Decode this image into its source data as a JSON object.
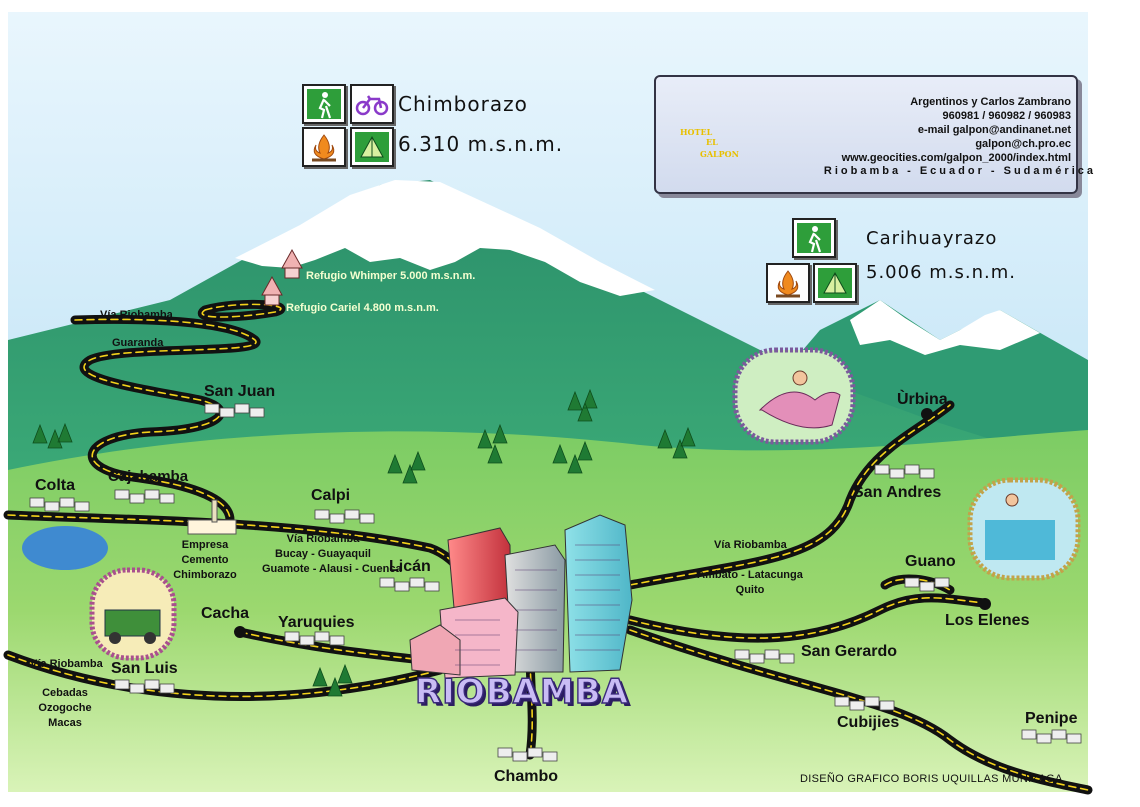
{
  "peaks": {
    "chimborazo": {
      "name": "Chimborazo",
      "altitude": "6.310 m.s.n.m.",
      "icons": [
        "hiker-icon",
        "bicycle-icon",
        "campfire-icon",
        "tent-icon"
      ]
    },
    "carihuayrazo": {
      "name": "Carihuayrazo",
      "altitude": "5.006 m.s.n.m.",
      "icons": [
        "hiker-icon",
        "campfire-icon",
        "tent-icon"
      ]
    }
  },
  "hotel": {
    "logo_text": [
      "HOTEL",
      "EL",
      "GALPON"
    ],
    "owners": "Argentinos y Carlos Zambrano",
    "phones": "960981 / 960982 / 960983",
    "email": "e-mail galpon@andinanet.net",
    "email2": "galpon@ch.pro.ec",
    "web": "www.geocities.com/galpon_2000/index.html",
    "location": "Riobamba - Ecuador - Sudamérica"
  },
  "refugios": {
    "whimper": "Refugio Whimper 5.000 m.s.n.m.",
    "cariel": "Refugio Cariel 4.800 m.s.n.m."
  },
  "routes": {
    "guaranda_via": "Vía Riobamba",
    "guaranda_dest": "Guaranda",
    "cuenca_via": "Vía Riobamba",
    "cuenca_dest1": "Bucay - Guayaquil",
    "cuenca_dest2": "Guamote - Alausi - Cuenca",
    "quito_via": "Vía Riobamba",
    "quito_dest1": "Ambato - Latacunga",
    "quito_dest2": "Quito",
    "macas_via": "Vía Riobamba",
    "macas_dest1": "Cebadas",
    "macas_dest2": "Ozogoche",
    "macas_dest3": "Macas"
  },
  "towns": {
    "san_juan": "San Juan",
    "colta": "Colta",
    "cajabamba": "Cajabamba",
    "calpi": "Calpi",
    "lican": "Licán",
    "cacha": "Cacha",
    "yaruquies": "Yaruquies",
    "san_luis": "San Luis",
    "chambo": "Chambo",
    "urbina": "Ùrbina",
    "san_andres": "San Andres",
    "guano": "Guano",
    "los_elenes": "Los Elenes",
    "san_gerardo": "San Gerardo",
    "cubijies": "Cubijies",
    "penipe": "Penipe"
  },
  "cement": [
    "Empresa",
    "Cemento",
    "Chimborazo"
  ],
  "city_title": "RIOBAMBA",
  "credit": "DISEÑO GRAFICO BORIS UQUILLAS MUNIZAGA",
  "colors": {
    "sky": "#c9e6f7",
    "mountain_green": "#2e9a70",
    "snow": "#ffffff",
    "valley_green": "#8fd06a",
    "road": "#111111",
    "road_center": "#f4d21a",
    "lake": "#3f8ad0"
  }
}
